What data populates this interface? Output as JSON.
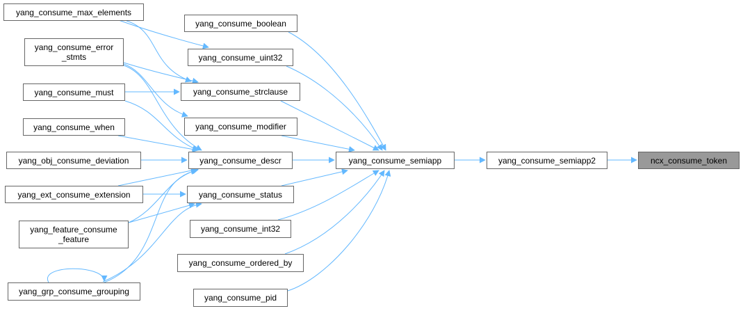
{
  "diagram": {
    "type": "call-graph",
    "edge_color": "#63b8ff",
    "focus_color": "#999999",
    "nodes": [
      {
        "id": "max_elements",
        "label": "yang_consume_max_elements"
      },
      {
        "id": "error_stmts",
        "label": "yang_consume_error\n_stmts"
      },
      {
        "id": "must",
        "label": "yang_consume_must"
      },
      {
        "id": "when",
        "label": "yang_consume_when"
      },
      {
        "id": "obj_deviation",
        "label": "yang_obj_consume_deviation"
      },
      {
        "id": "ext_extension",
        "label": "yang_ext_consume_extension"
      },
      {
        "id": "feature",
        "label": "yang_feature_consume\n_feature"
      },
      {
        "id": "grouping",
        "label": "yang_grp_consume_grouping"
      },
      {
        "id": "boolean",
        "label": "yang_consume_boolean"
      },
      {
        "id": "uint32",
        "label": "yang_consume_uint32"
      },
      {
        "id": "strclause",
        "label": "yang_consume_strclause"
      },
      {
        "id": "modifier",
        "label": "yang_consume_modifier"
      },
      {
        "id": "descr",
        "label": "yang_consume_descr"
      },
      {
        "id": "status",
        "label": "yang_consume_status"
      },
      {
        "id": "int32",
        "label": "yang_consume_int32"
      },
      {
        "id": "ordered_by",
        "label": "yang_consume_ordered_by"
      },
      {
        "id": "pid",
        "label": "yang_consume_pid"
      },
      {
        "id": "semiapp",
        "label": "yang_consume_semiapp"
      },
      {
        "id": "semiapp2",
        "label": "yang_consume_semiapp2"
      },
      {
        "id": "token",
        "label": "ncx_consume_token",
        "focus": true
      }
    ],
    "edges": [
      {
        "from": "max_elements",
        "to": "uint32"
      },
      {
        "from": "max_elements",
        "to": "strclause"
      },
      {
        "from": "error_stmts",
        "to": "strclause"
      },
      {
        "from": "error_stmts",
        "to": "modifier"
      },
      {
        "from": "error_stmts",
        "to": "descr"
      },
      {
        "from": "must",
        "to": "strclause"
      },
      {
        "from": "must",
        "to": "descr"
      },
      {
        "from": "when",
        "to": "descr"
      },
      {
        "from": "obj_deviation",
        "to": "descr"
      },
      {
        "from": "ext_extension",
        "to": "descr"
      },
      {
        "from": "ext_extension",
        "to": "status"
      },
      {
        "from": "feature",
        "to": "descr"
      },
      {
        "from": "feature",
        "to": "status"
      },
      {
        "from": "grouping",
        "to": "grouping"
      },
      {
        "from": "grouping",
        "to": "descr"
      },
      {
        "from": "grouping",
        "to": "status"
      },
      {
        "from": "boolean",
        "to": "semiapp"
      },
      {
        "from": "uint32",
        "to": "semiapp"
      },
      {
        "from": "strclause",
        "to": "semiapp"
      },
      {
        "from": "modifier",
        "to": "semiapp"
      },
      {
        "from": "descr",
        "to": "semiapp"
      },
      {
        "from": "status",
        "to": "semiapp"
      },
      {
        "from": "int32",
        "to": "semiapp"
      },
      {
        "from": "ordered_by",
        "to": "semiapp"
      },
      {
        "from": "pid",
        "to": "semiapp"
      },
      {
        "from": "semiapp",
        "to": "semiapp2"
      },
      {
        "from": "semiapp2",
        "to": "token"
      }
    ]
  }
}
